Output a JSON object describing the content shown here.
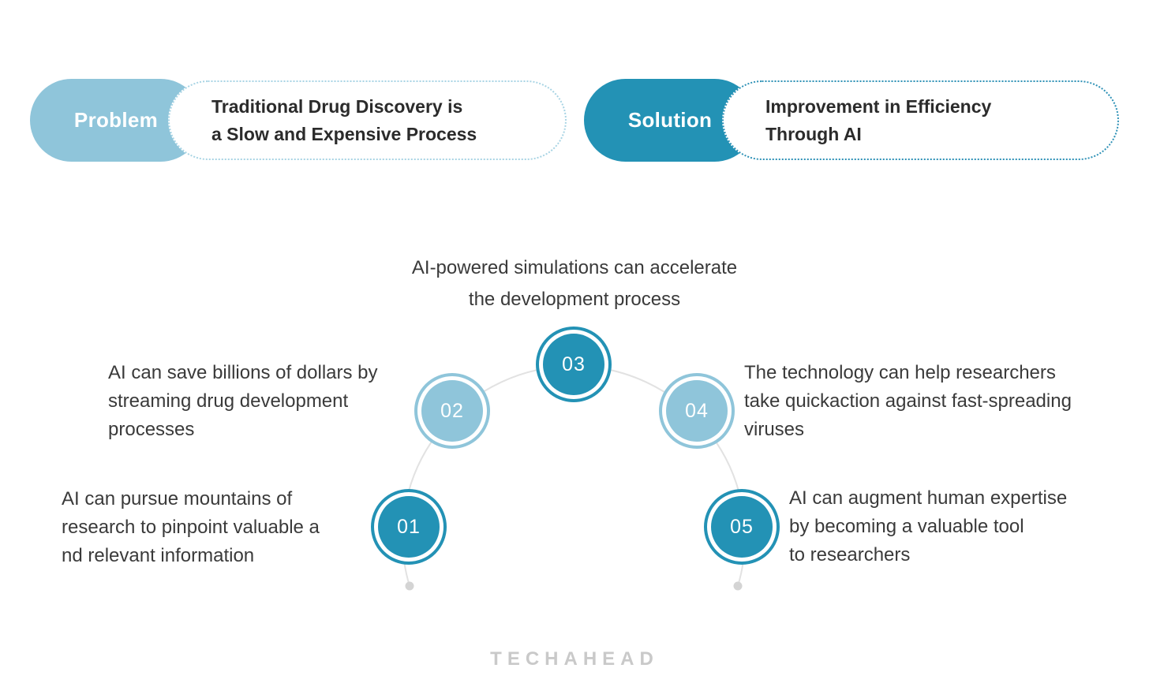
{
  "colors": {
    "teal": "#2392B5",
    "light_blue": "#8FC5DA",
    "problem_dash_border": "#A8D4E4",
    "solution_dash_border": "#2E91B6",
    "header_text": "#2B2B2B",
    "body_text": "#3A3A3A",
    "arc_gray": "#E2E2E2",
    "dot_gray": "#D4D4D4",
    "brand_gray": "#C9C9C9"
  },
  "header": {
    "problem": {
      "label": "Problem",
      "lines": [
        "Traditional Drug Discovery is",
        "a Slow and Expensive Process"
      ]
    },
    "solution": {
      "label": "Solution",
      "lines": [
        "Improvement in Efficiency",
        "Through AI"
      ]
    }
  },
  "diagram": {
    "steps": [
      {
        "number": "01",
        "tone": "dark",
        "lines": [
          "AI can pursue mountains of",
          "research to pinpoint valuable a",
          "nd relevant information"
        ]
      },
      {
        "number": "02",
        "tone": "light",
        "lines": [
          "AI can save billions of dollars by",
          "streaming drug development",
          "processes"
        ]
      },
      {
        "number": "03",
        "tone": "dark",
        "lines": [
          "AI-powered simulations can accelerate",
          "the development process"
        ]
      },
      {
        "number": "04",
        "tone": "light",
        "lines": [
          "The technology can help researchers",
          "take quickaction against fast-spreading",
          "viruses"
        ]
      },
      {
        "number": "05",
        "tone": "dark",
        "lines": [
          "AI can augment human expertise",
          "by becoming a valuable tool",
          "to researchers"
        ]
      }
    ]
  },
  "footer": {
    "brand": "TECHAHEAD"
  }
}
